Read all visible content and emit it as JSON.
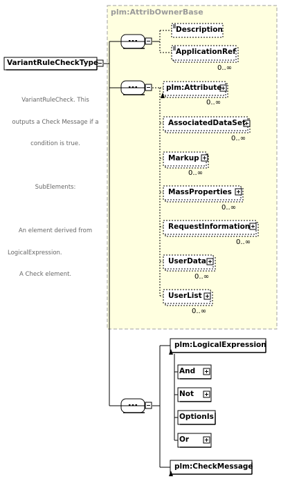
{
  "root": {
    "name": "VariantRuleCheckType"
  },
  "documentation": [
    "VariantRuleCheck. This",
    "outputs a Check Message if a",
    "condition is true.",
    "",
    "SubElements:",
    "",
    "An element derived from",
    "LogicalExpression.",
    "A Check element."
  ],
  "base_group": {
    "title": "plm:AttribOwnerBase",
    "seq1_elements": [
      {
        "name": "Description",
        "occurs": ""
      },
      {
        "name": "ApplicationRef",
        "occurs": "0..∞"
      }
    ],
    "seq2_elements": [
      {
        "name": "plm:Attribute",
        "occurs": "0..∞"
      },
      {
        "name": "AssociatedDataSet",
        "occurs": "0..∞"
      },
      {
        "name": "Markup",
        "occurs": "0..∞"
      },
      {
        "name": "MassProperties",
        "occurs": "0..∞"
      },
      {
        "name": "RequestInformation",
        "occurs": "0..∞"
      },
      {
        "name": "UserData",
        "occurs": "0..∞"
      },
      {
        "name": "UserList",
        "occurs": "0..∞"
      }
    ]
  },
  "main_sequence": {
    "logical_expression": "plm:LogicalExpression",
    "substitutes": [
      "And",
      "Not",
      "OptionIs",
      "Or"
    ],
    "check_message": "plm:CheckMessage"
  },
  "colors": {
    "group_fill": "#ffffe0",
    "group_border": "#a0a0a0",
    "box_border": "#000000",
    "line": "#000000"
  }
}
